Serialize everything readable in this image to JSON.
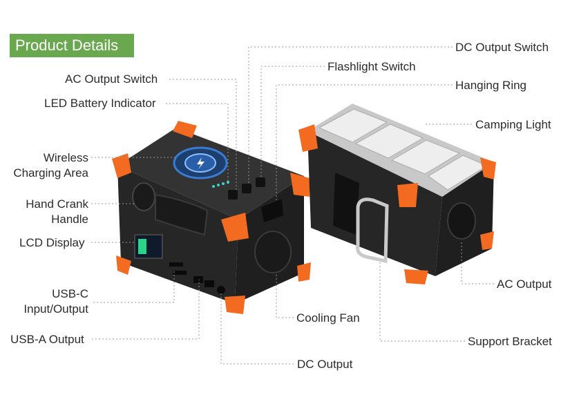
{
  "title": "Product Details",
  "colors": {
    "accent": "#6aa84f",
    "corner_bumper": "#f26b21",
    "device_body": "#2b2b2b",
    "wireless_pad": "#3a7bd5",
    "leader_line": "#9a9a9a"
  },
  "labels": {
    "ac_output_switch": "AC Output Switch",
    "led_battery_indicator": "LED Battery Indicator",
    "wireless_line1": "Wireless",
    "wireless_line2": "Charging Area",
    "hand_crank_line1": "Hand Crank",
    "hand_crank_line2": "Handle",
    "lcd_display": "LCD Display",
    "usbc_line1": "USB-C",
    "usbc_line2": "Input/Output",
    "usba_output": "USB-A Output",
    "dc_output": "DC Output",
    "dc_output_switch": "DC Output Switch",
    "flashlight_switch": "Flashlight Switch",
    "hanging_ring": "Hanging Ring",
    "camping_light": "Camping Light",
    "ac_output": "AC Output",
    "cooling_fan": "Cooling Fan",
    "support_bracket": "Support Bracket"
  }
}
